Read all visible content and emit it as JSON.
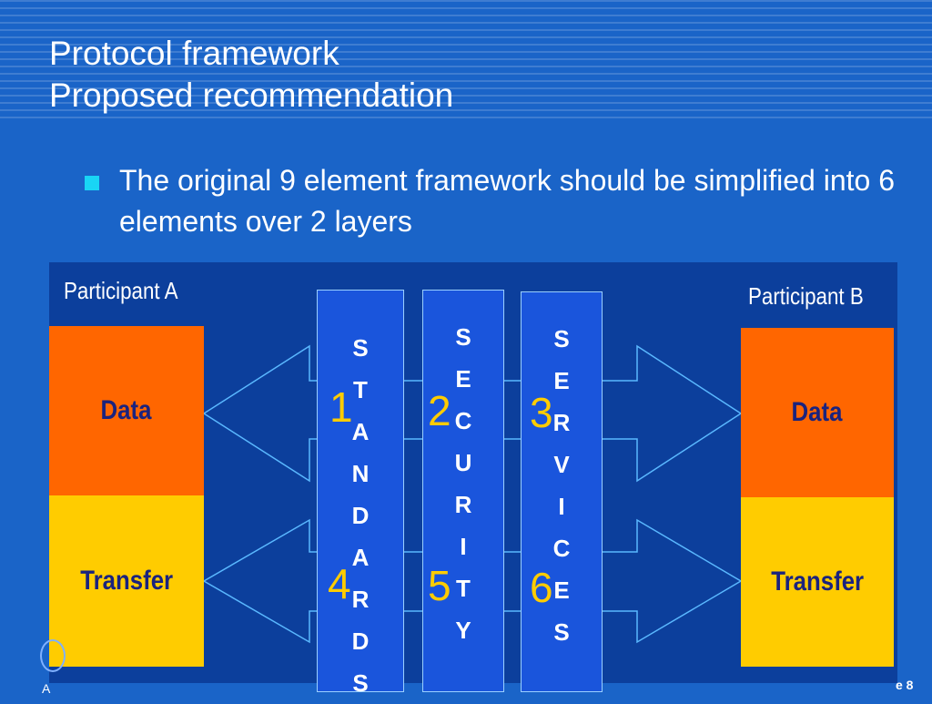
{
  "slide": {
    "title_line1": "Protocol framework",
    "title_line2": "Proposed recommendation",
    "bullet": "The original 9 element framework should be simplified into 6 elements over 2 layers",
    "footer_left": "A",
    "footer_right": "e 8"
  },
  "diagram": {
    "participant_a": "Participant A",
    "participant_b": "Participant B",
    "layers": {
      "data": "Data",
      "transfer": "Transfer"
    },
    "columns": [
      {
        "name": "standards",
        "letters": [
          "S",
          "T",
          "A",
          "N",
          "D",
          "A",
          "R",
          "D",
          "S"
        ]
      },
      {
        "name": "security",
        "letters": [
          "S",
          "E",
          "C",
          "U",
          "R",
          "I",
          "T",
          "Y"
        ]
      },
      {
        "name": "services",
        "letters": [
          "S",
          "E",
          "R",
          "V",
          "I",
          "C",
          "E",
          "S"
        ]
      }
    ],
    "numbers": [
      "1",
      "2",
      "3",
      "4",
      "5",
      "6"
    ]
  },
  "colors": {
    "background": "#1a64c8",
    "panel": "#0c3f9c",
    "data_box": "#ff6600",
    "transfer_box": "#ffcc00",
    "number": "#ffcc00",
    "arrow_line": "#5ab8ff"
  }
}
